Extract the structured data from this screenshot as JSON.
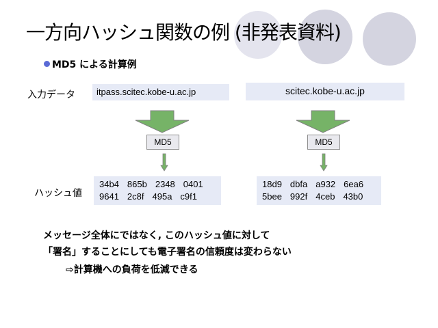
{
  "slide": {
    "title": "一方向ハッシュ関数の例 (非発表資料)",
    "bullet": "MD5 による計算例",
    "input_label": "入力データ",
    "hash_label": "ハッシュ値",
    "examples": [
      {
        "input": "itpass.scitec.kobe-u.ac.jp",
        "func": "MD5",
        "hash_rows": [
          [
            "34b4",
            "865b",
            "2348",
            "0401"
          ],
          [
            "9641",
            "2c8f",
            "495a",
            "c9f1"
          ]
        ]
      },
      {
        "input": "scitec.kobe-u.ac.jp",
        "func": "MD5",
        "hash_rows": [
          [
            "18d9",
            "dbfa",
            "a932",
            "6ea6"
          ],
          [
            "5bee",
            "992f",
            "4ceb",
            "43b0"
          ]
        ]
      }
    ],
    "body": [
      "メッセージ全体にではなく, このハッシュ値に対して",
      "「署名」することにしても電子署名の信頼度は変わらない",
      "⇨計算機への負荷を低減できる"
    ],
    "colors": {
      "arrow_fill": "#76b367",
      "box_fill": "#e6eaf6",
      "bullet": "#5a6ad6",
      "deco_circle": "#d4d4e0"
    }
  }
}
